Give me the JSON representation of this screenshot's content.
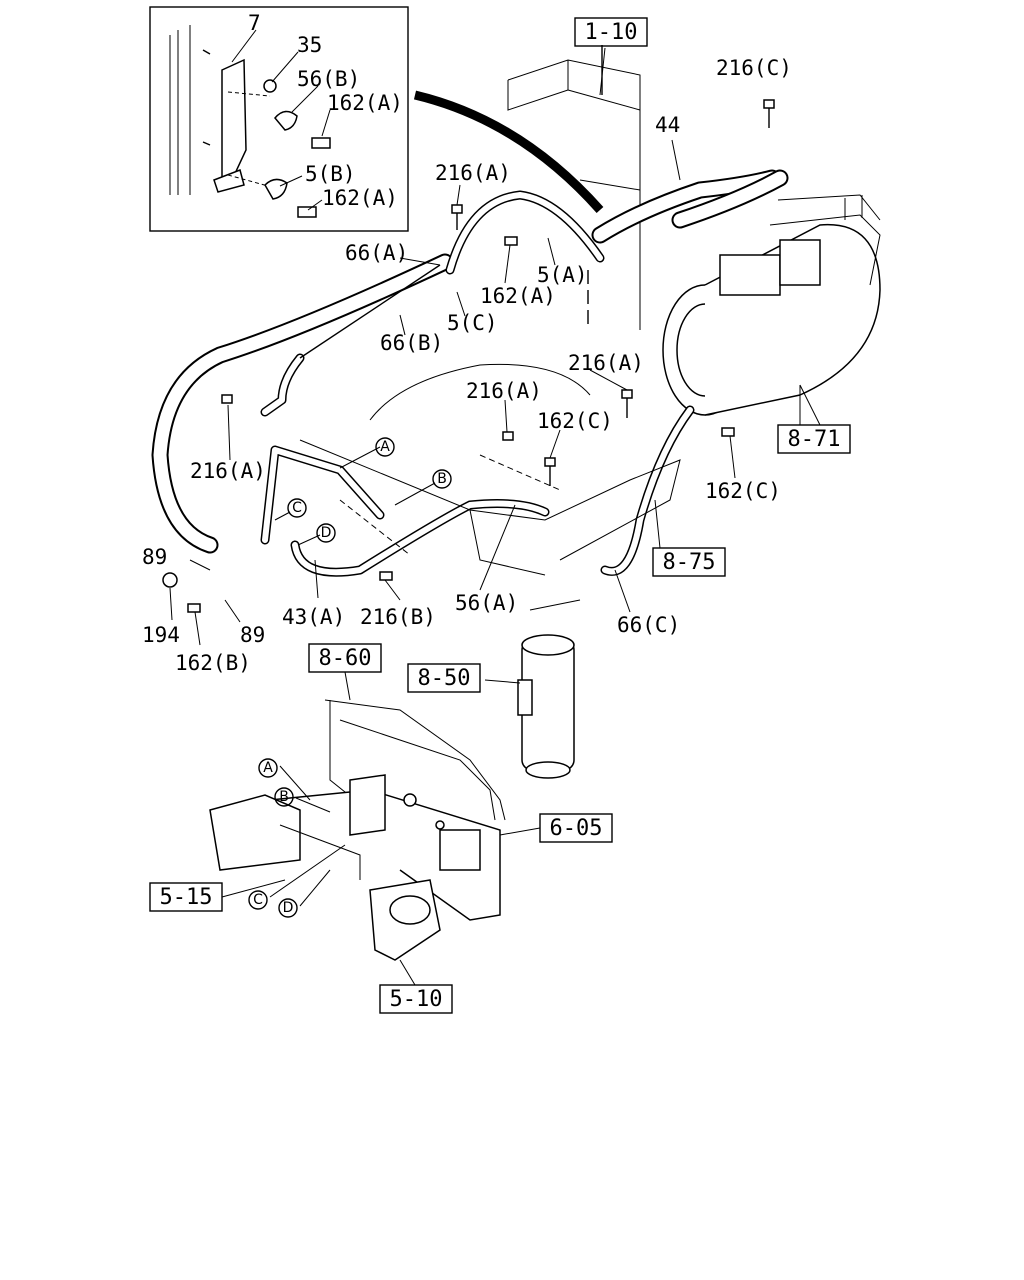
{
  "ref_boxes": [
    {
      "id": "ref-1-10",
      "text": "1-10"
    },
    {
      "id": "ref-8-71",
      "text": "8-71"
    },
    {
      "id": "ref-8-75",
      "text": "8-75"
    },
    {
      "id": "ref-8-50",
      "text": "8-50"
    },
    {
      "id": "ref-8-60",
      "text": "8-60"
    },
    {
      "id": "ref-6-05",
      "text": "6-05"
    },
    {
      "id": "ref-5-15",
      "text": "5-15"
    },
    {
      "id": "ref-5-10",
      "text": "5-10"
    }
  ],
  "part_labels": [
    {
      "id": "inset-7",
      "text": "7"
    },
    {
      "id": "inset-35",
      "text": "35"
    },
    {
      "id": "inset-56b",
      "text": "56(B)"
    },
    {
      "id": "inset-162a-1",
      "text": "162(A)"
    },
    {
      "id": "inset-5b",
      "text": "5(B)"
    },
    {
      "id": "inset-162a-2",
      "text": "162(A)"
    },
    {
      "id": "p216c",
      "text": "216(C)"
    },
    {
      "id": "p44",
      "text": "44"
    },
    {
      "id": "p216a-1",
      "text": "216(A)"
    },
    {
      "id": "p66a",
      "text": "66(A)"
    },
    {
      "id": "p5a",
      "text": "5(A)"
    },
    {
      "id": "p162a",
      "text": "162(A)"
    },
    {
      "id": "p5c",
      "text": "5(C)"
    },
    {
      "id": "p66b",
      "text": "66(B)"
    },
    {
      "id": "p216a-2",
      "text": "216(A)"
    },
    {
      "id": "p216a-3",
      "text": "216(A)"
    },
    {
      "id": "p162c-1",
      "text": "162(C)"
    },
    {
      "id": "p216a-4",
      "text": "216(A)"
    },
    {
      "id": "p162c-2",
      "text": "162(C)"
    },
    {
      "id": "p89-1",
      "text": "89"
    },
    {
      "id": "p194",
      "text": "194"
    },
    {
      "id": "p162b",
      "text": "162(B)"
    },
    {
      "id": "p89-2",
      "text": "89"
    },
    {
      "id": "p43a",
      "text": "43(A)"
    },
    {
      "id": "p216b",
      "text": "216(B)"
    },
    {
      "id": "p56a",
      "text": "56(A)"
    },
    {
      "id": "p66c",
      "text": "66(C)"
    }
  ],
  "connection_markers": [
    {
      "id": "conn-a-upper",
      "text": "A"
    },
    {
      "id": "conn-b-upper",
      "text": "B"
    },
    {
      "id": "conn-c-upper",
      "text": "C"
    },
    {
      "id": "conn-d-upper",
      "text": "D"
    },
    {
      "id": "conn-a-lower",
      "text": "A"
    },
    {
      "id": "conn-b-lower",
      "text": "B"
    },
    {
      "id": "conn-c-lower",
      "text": "C"
    },
    {
      "id": "conn-d-lower",
      "text": "D"
    }
  ]
}
